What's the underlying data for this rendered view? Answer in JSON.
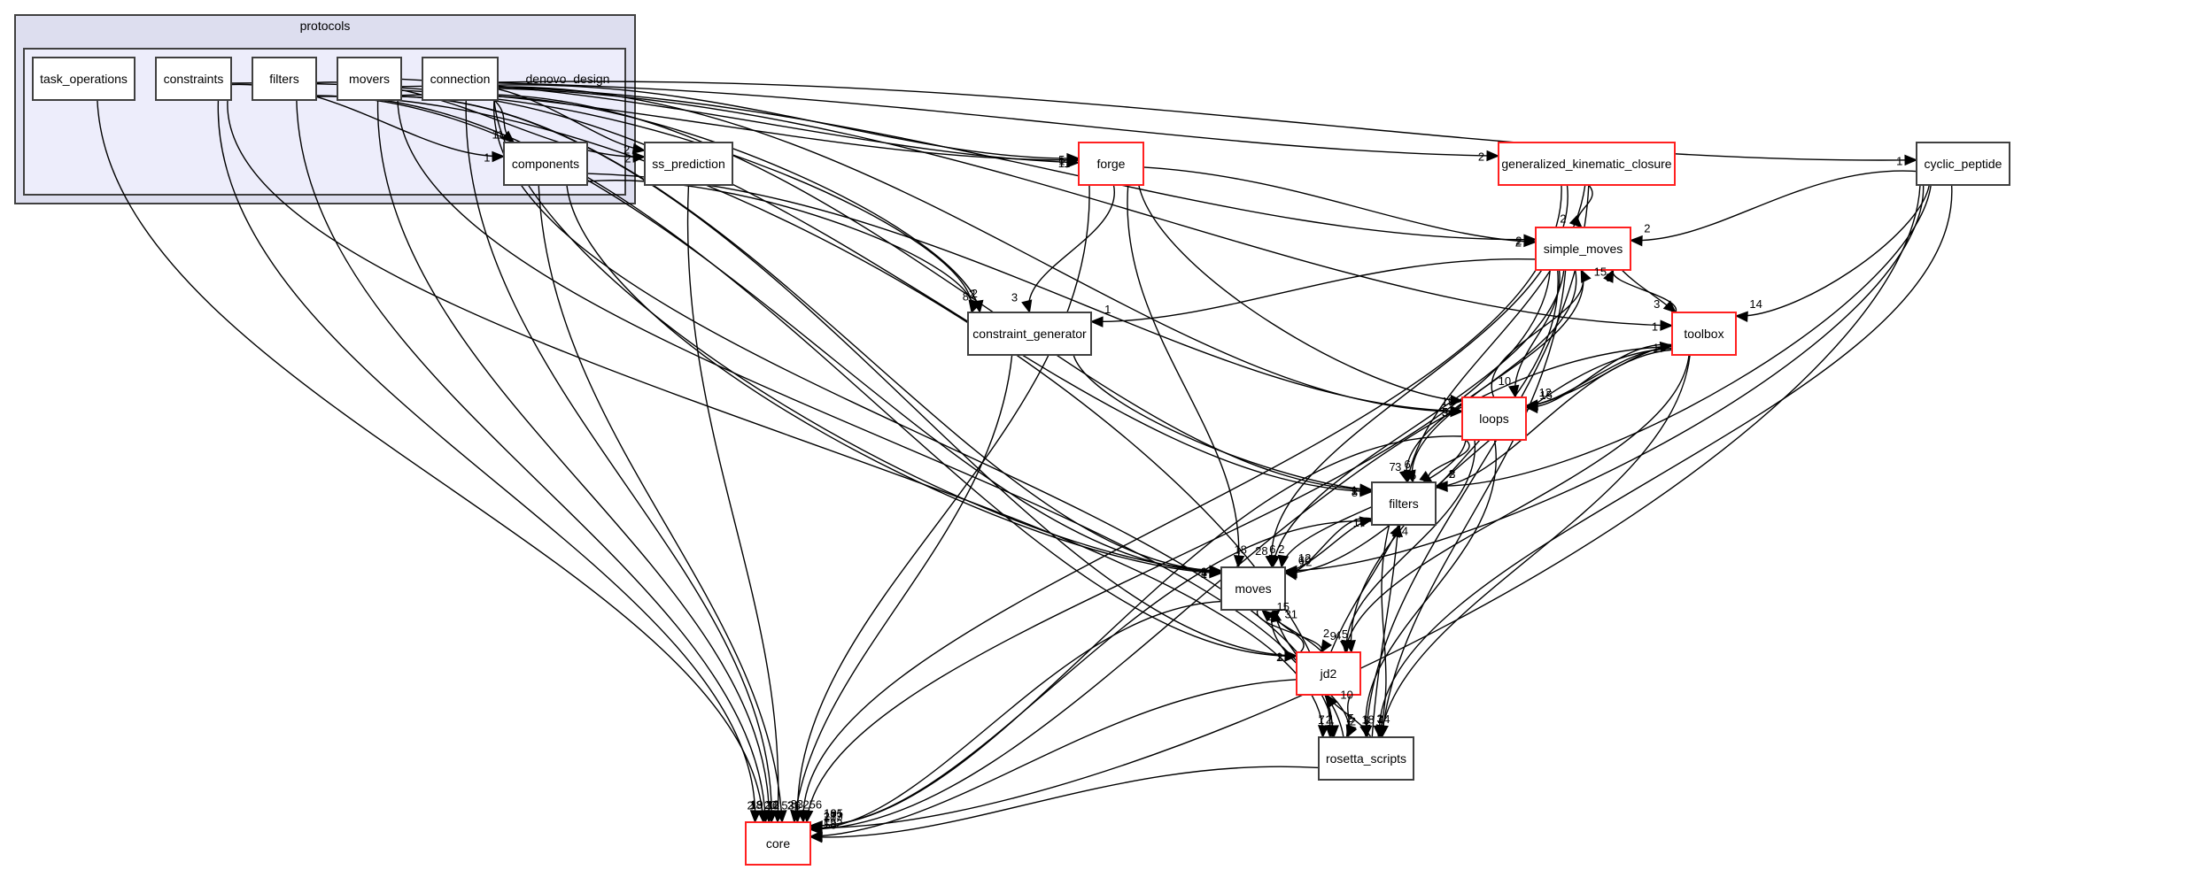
{
  "clusters": [
    {
      "id": "protocols",
      "label": "protocols"
    },
    {
      "id": "denovo_design",
      "label": "denovo_design"
    }
  ],
  "colors": {
    "outer_cluster_fill": "#dddeef",
    "inner_cluster_fill": "#ededfb",
    "node_border": "#404040",
    "external_node_border": "#ff2020",
    "edge": "#000000"
  },
  "nodes": [
    {
      "id": "task_operations",
      "label": "task_operations",
      "red": false
    },
    {
      "id": "constraints",
      "label": "constraints",
      "red": false
    },
    {
      "id": "dd_filters",
      "label": "filters",
      "red": false
    },
    {
      "id": "movers",
      "label": "movers",
      "red": false
    },
    {
      "id": "connection",
      "label": "connection",
      "red": false
    },
    {
      "id": "components",
      "label": "components",
      "red": false
    },
    {
      "id": "ss_prediction",
      "label": "ss_prediction",
      "red": false
    },
    {
      "id": "forge",
      "label": "forge",
      "red": true
    },
    {
      "id": "gkc",
      "label": "generalized_kinematic_closure",
      "red": true
    },
    {
      "id": "cyclic_peptide",
      "label": "cyclic_peptide",
      "red": false
    },
    {
      "id": "simple_moves",
      "label": "simple_moves",
      "red": true
    },
    {
      "id": "constraint_generator",
      "label": "constraint_generator",
      "red": false
    },
    {
      "id": "toolbox",
      "label": "toolbox",
      "red": true
    },
    {
      "id": "loops",
      "label": "loops",
      "red": true
    },
    {
      "id": "filters",
      "label": "filters",
      "red": false
    },
    {
      "id": "moves",
      "label": "moves",
      "red": false
    },
    {
      "id": "jd2",
      "label": "jd2",
      "red": true
    },
    {
      "id": "rosetta_scripts",
      "label": "rosetta_scripts",
      "red": false
    },
    {
      "id": "core",
      "label": "core",
      "red": true
    }
  ],
  "edges": [
    {
      "from": "connection",
      "to": "components",
      "count": "11"
    },
    {
      "from": "constraints",
      "to": "components",
      "count": "1"
    },
    {
      "from": "filters_dd",
      "to": "ss_prediction",
      "count": "2"
    },
    {
      "from": "connection",
      "to": "ss_prediction",
      "count": "2"
    },
    {
      "from": "constraints",
      "to": "forge",
      "count": "1"
    },
    {
      "from": "movers",
      "to": "forge",
      "count": "11"
    },
    {
      "from": "connection",
      "to": "forge",
      "count": "5"
    },
    {
      "from": "connection",
      "to": "gkc",
      "count": "2"
    },
    {
      "from": "connection",
      "to": "cyclic_peptide",
      "count": "1"
    },
    {
      "from": "gkc",
      "to": "simple_moves",
      "count": "2"
    },
    {
      "from": "cyclic_peptide",
      "to": "simple_moves",
      "count": "2"
    },
    {
      "from": "forge",
      "to": "simple_moves",
      "count": "2"
    },
    {
      "from": "movers",
      "to": "simple_moves",
      "count": "2"
    },
    {
      "from": "forge",
      "to": "constraint_generator",
      "count": "3"
    },
    {
      "from": "connection",
      "to": "constraint_generator",
      "count": "8"
    },
    {
      "from": "movers",
      "to": "constraint_generator",
      "count": "2"
    },
    {
      "from": "components",
      "to": "constraint_generator",
      "count": "2"
    },
    {
      "from": "simple_moves",
      "to": "constraint_generator",
      "count": "1"
    },
    {
      "from": "simple_moves",
      "to": "toolbox",
      "count": "3"
    },
    {
      "from": "connection",
      "to": "toolbox",
      "count": "1"
    },
    {
      "from": "cyclic_peptide",
      "to": "toolbox",
      "count": "14"
    },
    {
      "from": "toolbox",
      "to": "simple_moves",
      "count": "9"
    },
    {
      "from": "forge",
      "to": "loops",
      "count": "19"
    },
    {
      "from": "connection",
      "to": "loops",
      "count": "3"
    },
    {
      "from": "simple_moves",
      "to": "loops",
      "count": "10"
    },
    {
      "from": "toolbox",
      "to": "loops",
      "count": "12"
    },
    {
      "from": "components",
      "to": "loops",
      "count": "5"
    },
    {
      "from": "loops",
      "to": "simple_moves",
      "count": "15"
    },
    {
      "from": "loops",
      "to": "toolbox",
      "count": "1"
    },
    {
      "from": "toolbox",
      "to": "loops",
      "count": "15"
    },
    {
      "from": "movers",
      "to": "filters",
      "count": "8"
    },
    {
      "from": "connection",
      "to": "filters",
      "count": "1"
    },
    {
      "from": "simple_moves",
      "to": "filters",
      "count": "7"
    },
    {
      "from": "gkc",
      "to": "filters",
      "count": "6"
    },
    {
      "from": "loops",
      "to": "filters",
      "count": "6"
    },
    {
      "from": "cyclic_peptide",
      "to": "filters",
      "count": "3"
    },
    {
      "from": "toolbox",
      "to": "filters",
      "count": "2"
    },
    {
      "from": "simple_moves",
      "to": "filters",
      "count": "3"
    },
    {
      "from": "constraint_generator",
      "to": "filters",
      "count": "1"
    },
    {
      "from": "moves",
      "to": "filters",
      "count": "14"
    },
    {
      "from": "jd2",
      "to": "filters",
      "count": "1"
    },
    {
      "from": "rosetta_scripts",
      "to": "filters",
      "count": "14"
    },
    {
      "from": "forge",
      "to": "moves",
      "count": "18"
    },
    {
      "from": "connection",
      "to": "moves",
      "count": "9"
    },
    {
      "from": "simple_moves",
      "to": "moves",
      "count": "6"
    },
    {
      "from": "gkc",
      "to": "moves",
      "count": "28"
    },
    {
      "from": "loops",
      "to": "moves",
      "count": "2"
    },
    {
      "from": "toolbox",
      "to": "moves",
      "count": "60"
    },
    {
      "from": "cyclic_peptide",
      "to": "moves",
      "count": "12"
    },
    {
      "from": "filters",
      "to": "moves",
      "count": "12"
    },
    {
      "from": "jd2",
      "to": "moves",
      "count": "15"
    },
    {
      "from": "dd_filters",
      "to": "moves",
      "count": "4"
    },
    {
      "from": "movers",
      "to": "moves",
      "count": "1"
    },
    {
      "from": "components",
      "to": "moves",
      "count": "1"
    },
    {
      "from": "rosetta_scripts",
      "to": "moves",
      "count": "31"
    },
    {
      "from": "jd2",
      "to": "moves",
      "count": "27"
    },
    {
      "from": "moves",
      "to": "jd2",
      "count": "2"
    },
    {
      "from": "movers",
      "to": "jd2",
      "count": "1"
    },
    {
      "from": "dd_filters",
      "to": "jd2",
      "count": "2"
    },
    {
      "from": "simple_moves",
      "to": "jd2",
      "count": "4"
    },
    {
      "from": "toolbox",
      "to": "jd2",
      "count": "5"
    },
    {
      "from": "loops",
      "to": "jd2",
      "count": "9"
    },
    {
      "from": "rosetta_scripts",
      "to": "jd2",
      "count": "10"
    },
    {
      "from": "jd2",
      "to": "rosetta_scripts",
      "count": "5"
    },
    {
      "from": "moves",
      "to": "rosetta_scripts",
      "count": "2"
    },
    {
      "from": "filters",
      "to": "rosetta_scripts",
      "count": "3"
    },
    {
      "from": "loops",
      "to": "rosetta_scripts",
      "count": "2"
    },
    {
      "from": "toolbox",
      "to": "rosetta_scripts",
      "count": "14"
    },
    {
      "from": "simple_moves",
      "to": "rosetta_scripts",
      "count": "4"
    },
    {
      "from": "gkc",
      "to": "rosetta_scripts",
      "count": "18"
    },
    {
      "from": "connection",
      "to": "rosetta_scripts",
      "count": "1"
    },
    {
      "from": "cyclic_peptide",
      "to": "rosetta_scripts",
      "count": "3"
    },
    {
      "from": "movers",
      "to": "rosetta_scripts",
      "count": "1"
    },
    {
      "from": "dd_filters",
      "to": "rosetta_scripts",
      "count": "2"
    },
    {
      "from": "constraints",
      "to": "rosetta_scripts",
      "count": "7"
    },
    {
      "from": "forge",
      "to": "core",
      "count": "536"
    },
    {
      "from": "constraint_generator",
      "to": "core",
      "count": "83"
    },
    {
      "from": "jd2",
      "to": "core",
      "count": "132"
    },
    {
      "from": "moves",
      "to": "core",
      "count": "217"
    },
    {
      "from": "rosetta_scripts",
      "to": "core",
      "count": "58"
    },
    {
      "from": "task_operations",
      "to": "core",
      "count": "2"
    },
    {
      "from": "constraints",
      "to": "core",
      "count": "19"
    },
    {
      "from": "dd_filters",
      "to": "core",
      "count": "18"
    },
    {
      "from": "movers",
      "to": "core",
      "count": "23"
    },
    {
      "from": "connection",
      "to": "core",
      "count": "12"
    },
    {
      "from": "components",
      "to": "core",
      "count": "30"
    },
    {
      "from": "ss_prediction",
      "to": "core",
      "count": "3"
    },
    {
      "from": "filters",
      "to": "core",
      "count": "105"
    },
    {
      "from": "loops",
      "to": "core",
      "count": "131"
    },
    {
      "from": "simple_moves",
      "to": "core",
      "count": "256"
    },
    {
      "from": "toolbox",
      "to": "core",
      "count": "183"
    },
    {
      "from": "gkc",
      "to": "core",
      "count": "21"
    },
    {
      "from": "cyclic_peptide",
      "to": "core",
      "count": "17"
    }
  ]
}
